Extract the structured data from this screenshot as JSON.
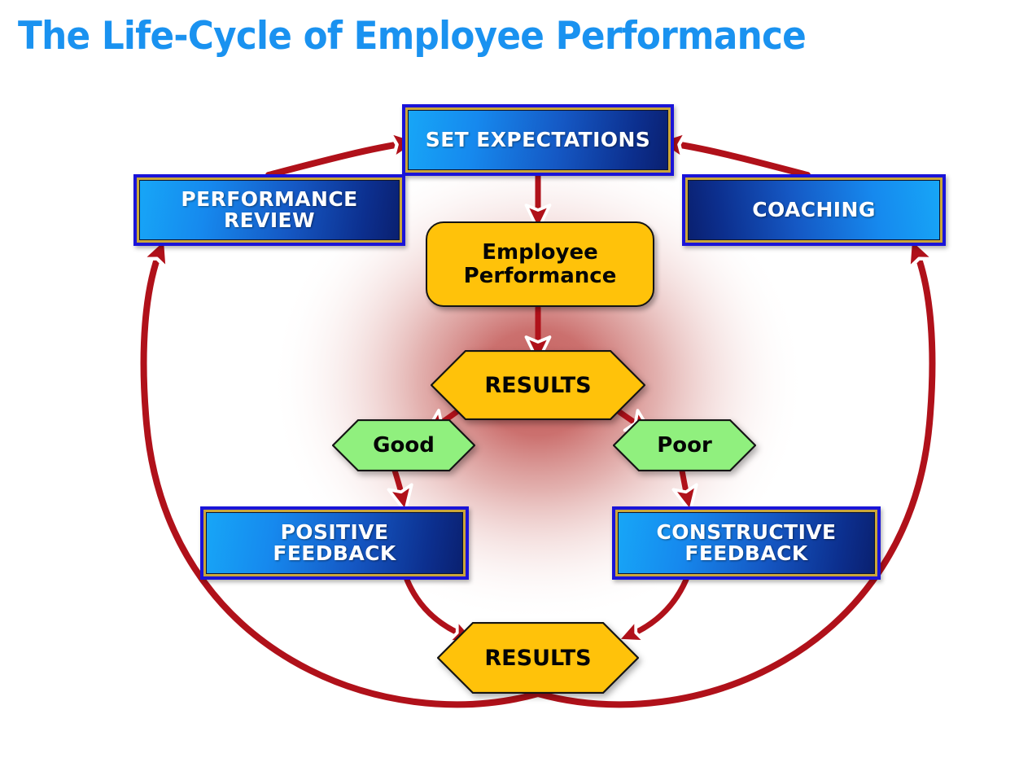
{
  "page": {
    "title": "The Life-Cycle of Employee Performance",
    "title_color": "#1a92f0",
    "background": "#ffffff",
    "glow_color": "#c4605e"
  },
  "palette": {
    "box_border_outer": "#1a14d8",
    "box_border_gold": "#caa63a",
    "box_gradient_light": "#17a6f7",
    "box_gradient_dark": "#0a2070",
    "gold_fill": "#ffc20a",
    "green_fill": "#90f07e",
    "arrow_red": "#b0111a",
    "shape_outline": "#141414"
  },
  "nodes": {
    "set_expectations": {
      "label": "SET EXPECTATIONS",
      "type": "process-box",
      "shape": "rect"
    },
    "performance_review": {
      "label": "PERFORMANCE\nREVIEW",
      "line1": "PERFORMANCE",
      "line2": "REVIEW",
      "type": "process-box",
      "shape": "rect"
    },
    "coaching": {
      "label": "COACHING",
      "type": "process-box",
      "shape": "rect"
    },
    "employee_performance": {
      "line1": "Employee",
      "line2": "Performance",
      "type": "core-node",
      "shape": "rounded-rect"
    },
    "results_top": {
      "label": "RESULTS",
      "type": "decision",
      "shape": "hexagon"
    },
    "good": {
      "label": "Good",
      "type": "outcome",
      "shape": "hexagon"
    },
    "poor": {
      "label": "Poor",
      "type": "outcome",
      "shape": "hexagon"
    },
    "positive_feedback": {
      "line1": "POSITIVE",
      "line2": "FEEDBACK",
      "type": "process-box",
      "shape": "rect"
    },
    "constructive_feedback": {
      "line1": "CONSTRUCTIVE",
      "line2": "FEEDBACK",
      "type": "process-box",
      "shape": "rect"
    },
    "results_bottom": {
      "label": "RESULTS",
      "type": "decision",
      "shape": "hexagon"
    }
  },
  "chart_data": {
    "type": "diagram",
    "title": "The Life-Cycle of Employee Performance",
    "diagram_kind": "cycle-flowchart",
    "nodes": [
      {
        "id": "set_expectations",
        "label": "SET EXPECTATIONS",
        "shape": "rect",
        "fill": "blue-gradient"
      },
      {
        "id": "performance_review",
        "label": "PERFORMANCE REVIEW",
        "shape": "rect",
        "fill": "blue-gradient"
      },
      {
        "id": "coaching",
        "label": "COACHING",
        "shape": "rect",
        "fill": "blue-gradient"
      },
      {
        "id": "employee_performance",
        "label": "Employee Performance",
        "shape": "rounded-rect",
        "fill": "gold"
      },
      {
        "id": "results_top",
        "label": "RESULTS",
        "shape": "hexagon",
        "fill": "gold"
      },
      {
        "id": "good",
        "label": "Good",
        "shape": "hexagon",
        "fill": "green"
      },
      {
        "id": "poor",
        "label": "Poor",
        "shape": "hexagon",
        "fill": "green"
      },
      {
        "id": "positive_feedback",
        "label": "POSITIVE FEEDBACK",
        "shape": "rect",
        "fill": "blue-gradient"
      },
      {
        "id": "constructive_feedback",
        "label": "CONSTRUCTIVE FEEDBACK",
        "shape": "rect",
        "fill": "blue-gradient"
      },
      {
        "id": "results_bottom",
        "label": "RESULTS",
        "shape": "hexagon",
        "fill": "gold"
      }
    ],
    "edges": [
      {
        "from": "set_expectations",
        "to": "employee_performance"
      },
      {
        "from": "employee_performance",
        "to": "results_top"
      },
      {
        "from": "results_top",
        "to": "good"
      },
      {
        "from": "results_top",
        "to": "poor"
      },
      {
        "from": "good",
        "to": "positive_feedback"
      },
      {
        "from": "poor",
        "to": "constructive_feedback"
      },
      {
        "from": "positive_feedback",
        "to": "results_bottom"
      },
      {
        "from": "constructive_feedback",
        "to": "results_bottom"
      },
      {
        "from": "results_bottom",
        "to": "performance_review"
      },
      {
        "from": "results_bottom",
        "to": "coaching"
      },
      {
        "from": "performance_review",
        "to": "set_expectations"
      },
      {
        "from": "coaching",
        "to": "set_expectations"
      }
    ]
  }
}
